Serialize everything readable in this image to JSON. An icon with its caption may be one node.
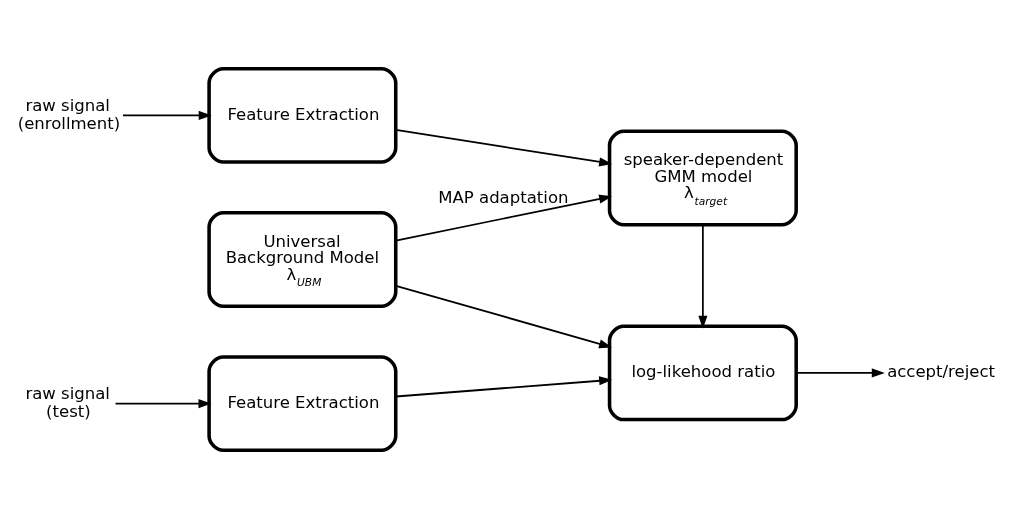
{
  "diagram": {
    "nodes": [
      {
        "text": [
          "Universal Background Model",
          "λ$_{UBM}$"
        ]
      },
      {
        "text": [
          "raw signal (enrollment)"
        ]
      },
      {
        "text": [
          "Feature Extraction"
        ]
      },
      {
        "text": [
          "speaker-dependent GMM model",
          "λ$_{target}$"
        ]
      },
      {
        "text": [
          "raw signal (test)"
        ]
      },
      {
        "text": [
          "Feature Extraction"
        ]
      },
      {
        "text": [
          "log-likehood ratio"
        ]
      },
      {
        "text": [
          "accept/reject"
        ]
      }
    ],
    "edges": [
      {
        "from": 1,
        "to": 2,
        "arrow": "to"
      },
      {
        "from": 2,
        "to": 3,
        "arrow": "to"
      },
      {
        "from": 0,
        "to": 3,
        "arrow": "to",
        "label": "MAP adaptation"
      },
      {
        "from": 0,
        "to": 6,
        "arrow": "to"
      },
      {
        "from": 3,
        "to": 6,
        "arrow": "to"
      },
      {
        "from": 4,
        "to": 5,
        "arrow": "to"
      },
      {
        "from": 5,
        "to": 6,
        "arrow": "to"
      },
      {
        "from": 6,
        "to": 7,
        "arrow": "to"
      }
    ]
  }
}
